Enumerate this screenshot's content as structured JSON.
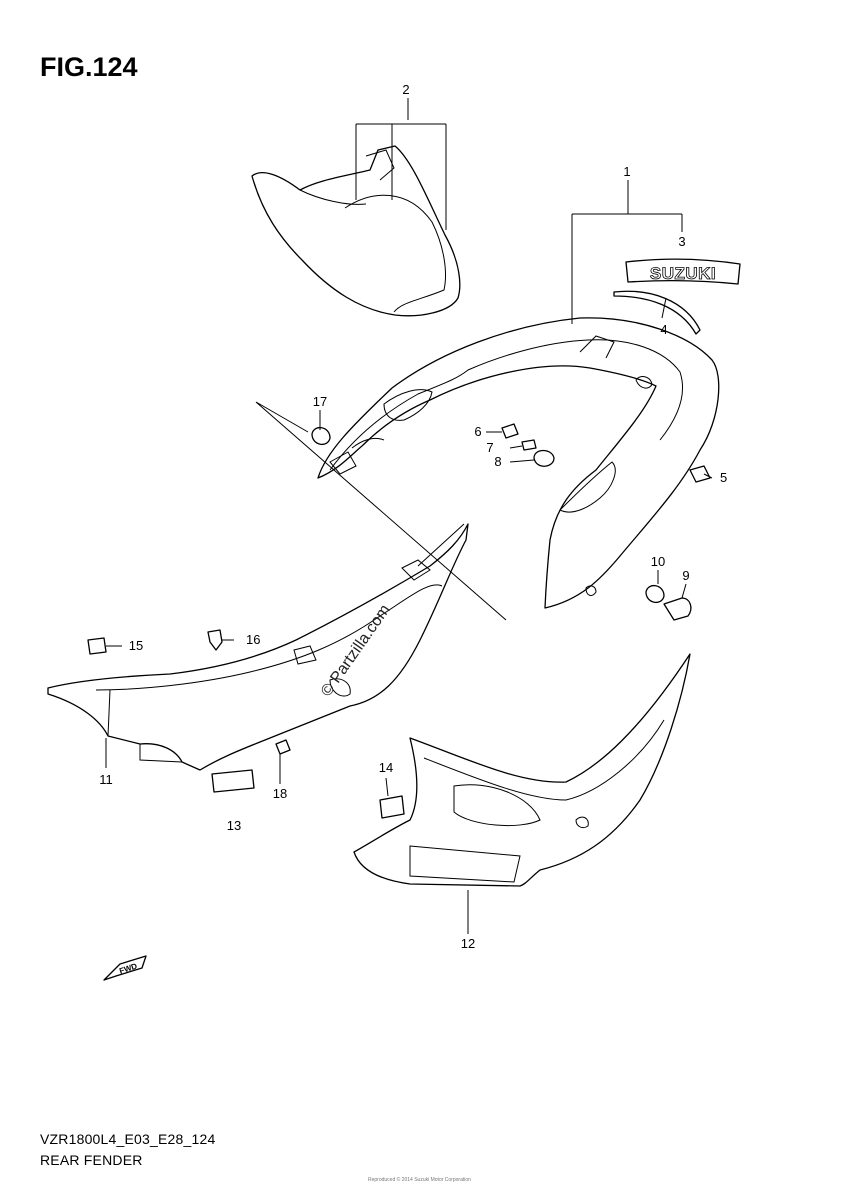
{
  "figure": {
    "title": "FIG.124",
    "code": "VZR1800L4_E03_E28_124",
    "name": "REAR FENDER",
    "watermark": "© Partzilla.com",
    "copyright": "Reproduced © 2014 Suzuki Motor Corporation"
  },
  "emblem": {
    "text": "SUZUKI"
  },
  "arrow": {
    "text": "FWD"
  },
  "callouts": [
    "1",
    "2",
    "3",
    "4",
    "5",
    "6",
    "7",
    "8",
    "9",
    "10",
    "11",
    "12",
    "13",
    "14",
    "15",
    "16",
    "17",
    "18"
  ]
}
